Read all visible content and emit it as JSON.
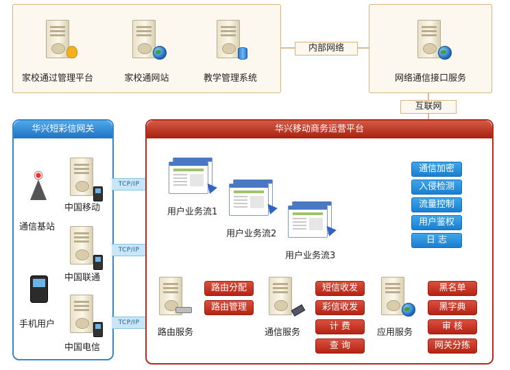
{
  "top_left_box": {
    "items": [
      {
        "label": "家校通过管理平台",
        "icon": "user-badge-icon"
      },
      {
        "label": "家校通网站",
        "icon": "globe-icon"
      },
      {
        "label": "教学管理系统",
        "icon": "database-icon"
      }
    ]
  },
  "top_right_box": {
    "label": "网络通信接口服务",
    "icon": "globe-icon"
  },
  "links": {
    "internal": "内部网络",
    "internet": "互联网"
  },
  "gateway": {
    "title": "华兴短彩信网关",
    "left_items": [
      "通信基站",
      "手机用户"
    ],
    "carriers": [
      "中国移动",
      "中国联通",
      "中国电信"
    ],
    "protocol": "TCP/IP"
  },
  "platform": {
    "title": "华兴移动商务运营平台",
    "flows": [
      "用户业务流1",
      "用户业务流2",
      "用户业务流3"
    ],
    "security": [
      "通信加密",
      "入侵检测",
      "流量控制",
      "用户鉴权",
      "日 志"
    ],
    "services": [
      {
        "label": "路由服务",
        "features": [
          "路由分配",
          "路由管理"
        ]
      },
      {
        "label": "通信服务",
        "features": [
          "短信收发",
          "彩信收发",
          "计 费",
          "查 询"
        ]
      },
      {
        "label": "应用服务",
        "features": [
          "黑名单",
          "黑字典",
          "审 核",
          "网关分拣"
        ]
      }
    ]
  },
  "colors": {
    "gateway_blue": "#2f86d2",
    "platform_red": "#b32a1c",
    "top_box_border": "#d7b27a"
  }
}
